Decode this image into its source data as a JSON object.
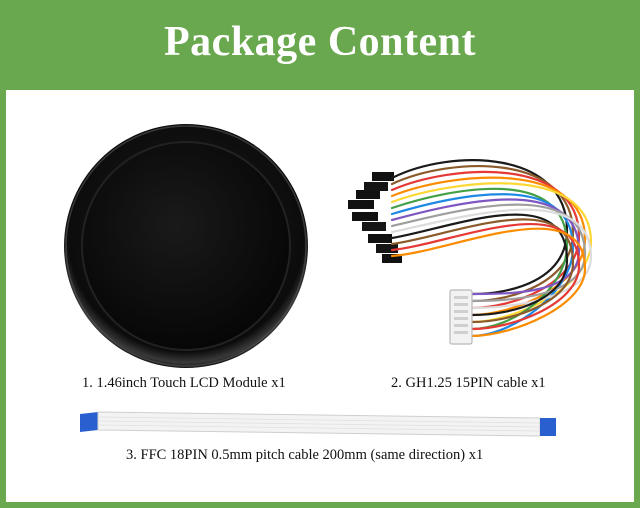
{
  "header": {
    "title": "Package Content"
  },
  "items": [
    {
      "label": "1. 1.46inch Touch LCD Module x1"
    },
    {
      "label": "2. GH1.25 15PIN cable x1"
    },
    {
      "label": "3. FFC 18PIN 0.5mm pitch cable 200mm (same direction) x1"
    }
  ],
  "colors": {
    "brand_green": "#6aa84f",
    "panel": "#ffffff",
    "ffc_blue": "#2a5fd0",
    "wire_colors": [
      "#1a1a1a",
      "#8b5a2b",
      "#e53935",
      "#fb8c00",
      "#fdd835",
      "#43a047",
      "#1e88e5",
      "#7e57c2",
      "#9e9e9e",
      "#ffffff"
    ]
  }
}
